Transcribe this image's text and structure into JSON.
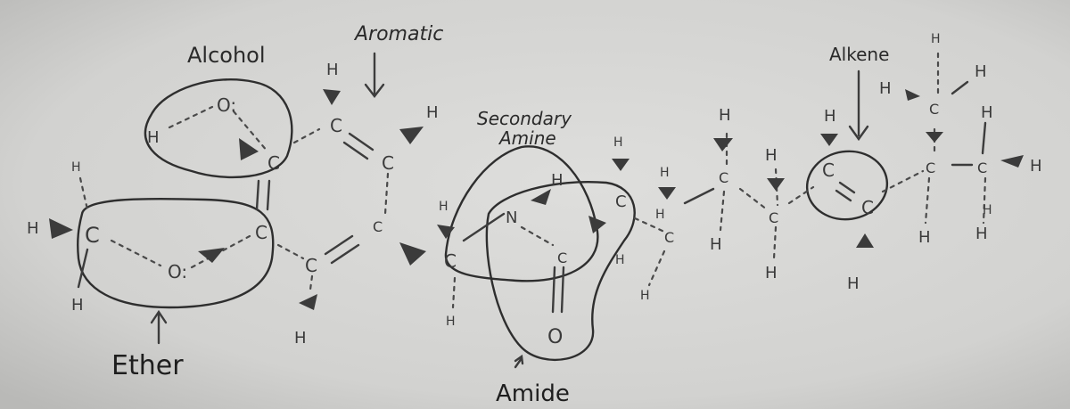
{
  "diagram": {
    "colors": {
      "paper": "#d6d6d4",
      "pencil": "#2e2e2e"
    },
    "labels": {
      "alcohol": "Alcohol",
      "aromatic": "Aromatic",
      "ether": "Ether",
      "secondary_amine_line1": "Secondary",
      "secondary_amine_line2": "Amine",
      "amide": "Amide",
      "alkene": "Alkene"
    },
    "atoms": {
      "o_alcohol": "O:",
      "c_alcohol": "C",
      "h_alcohol": "H",
      "c_ether_left": "C",
      "c_ether_right": "C",
      "o_ether": "O:",
      "h_ether_top": "H",
      "h_ether_left": "H",
      "h_ether_bottom": "H",
      "c_arom_top": "C",
      "h_arom_top": "H",
      "c_arom_mid": "C",
      "h_arom_mid": "H",
      "c_arom_center": "C",
      "c_arom_low": "C",
      "h_arom_low": "H",
      "c_amide_left": "C",
      "h_amide_left": "H",
      "h_amide_below": "H",
      "n_amine": "N",
      "h_amine": "H",
      "c_amine_right": "C",
      "c_carbonyl": "C",
      "o_carbonyl": "O",
      "h_cr_top": "H",
      "h_cr_bottom": "H",
      "h_cr_low": "H",
      "c_chain1": "C",
      "h_chain1_top": "H",
      "h_chain1_left": "H",
      "c_chain2": "C",
      "h_chain2_top": "H",
      "h_chain2_bottom": "H",
      "c_chain3": "C",
      "h_chain3_top": "H",
      "h_chain3_bottom": "H",
      "c_alkene1": "C",
      "h_alkene1": "H",
      "c_alkene2": "C",
      "h_alkene2": "H",
      "c_iso_center": "C",
      "c_iso_top": "C",
      "c_iso_right": "C",
      "h_iso_t1": "H",
      "h_iso_t2": "H",
      "h_iso_t3": "H",
      "h_iso_r1": "H",
      "h_iso_r2": "H",
      "h_iso_r3": "H",
      "h_iso_b1": "H",
      "h_iso_b2": "H"
    }
  }
}
